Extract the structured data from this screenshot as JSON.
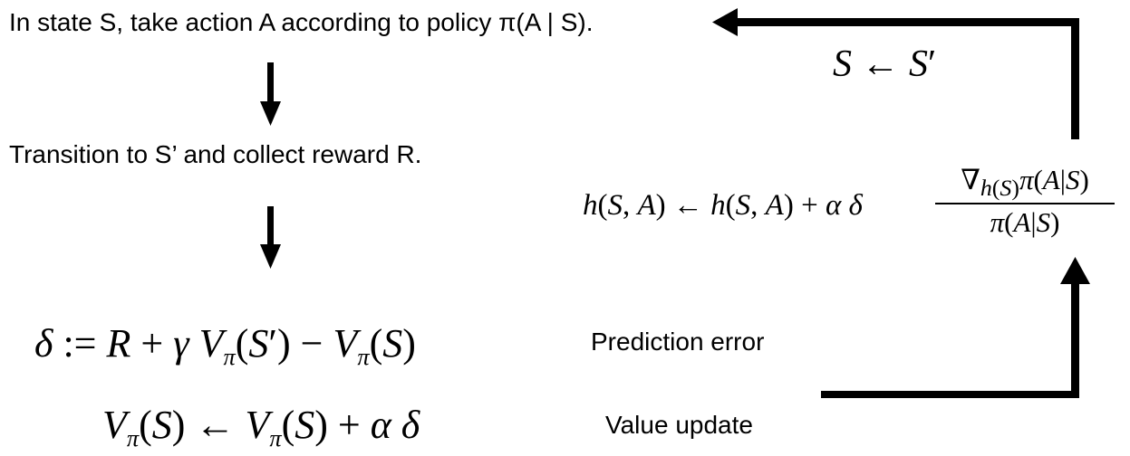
{
  "steps": {
    "step1": "In state S, take action A according to policy π(A | S).",
    "step2": "Transition to S’ and collect reward R."
  },
  "equations": {
    "state_update": "S ← S′",
    "preference_update_lhs": "h(S, A) ← h(S, A) + α δ",
    "preference_update_numerator": "∇h(S)π(A|S)",
    "preference_update_denominator": "π(A|S)",
    "prediction_error": "δ := R + γ Vπ(S′) − Vπ(S)",
    "value_update": "Vπ(S) ← Vπ(S) + α δ"
  },
  "labels": {
    "prediction_error": "Prediction error",
    "value_update": "Value update"
  }
}
